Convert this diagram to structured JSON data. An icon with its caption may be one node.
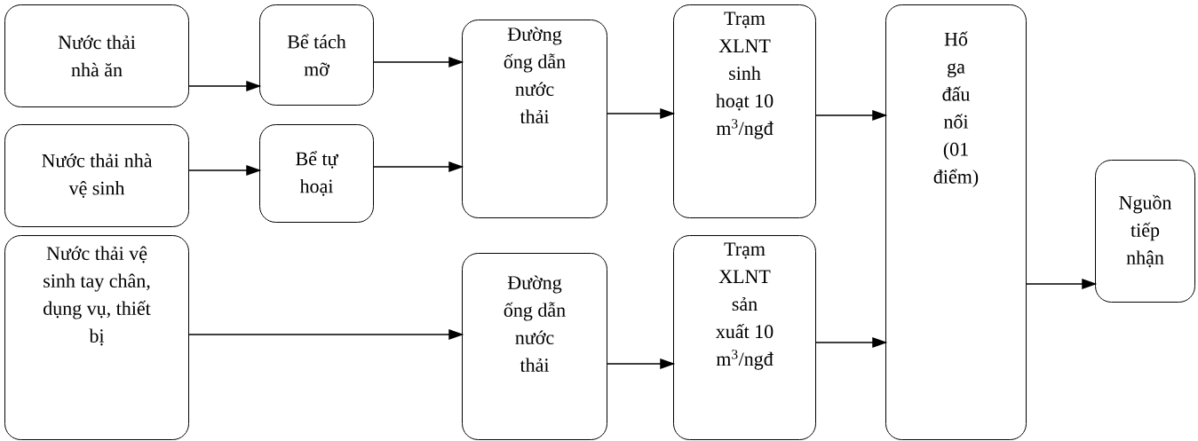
{
  "diagram": {
    "nodes": [
      {
        "text": [
          "Nước thải nhà ăn"
        ]
      },
      {
        "text": [
          "Bể tách mỡ"
        ]
      },
      {
        "text": [
          "Đường ống dẫn nước thải"
        ]
      },
      {
        "text": [
          "Trạm XLNT sinh hoạt 10 m$^{3}$/ngđ"
        ]
      },
      {
        "text": [
          "Hố ga đấu nối (01 điểm)"
        ]
      },
      {
        "text": [
          "Nước thải nhà vệ sinh"
        ]
      },
      {
        "text": [
          "Bể tự hoại"
        ]
      },
      {
        "text": [
          "Nguồn tiếp nhận"
        ]
      },
      {
        "text": [
          "Nước thải vệ sinh tay chân, dụng vụ, thiết bị"
        ]
      },
      {
        "text": [
          "Đường ống dẫn nước thải"
        ]
      },
      {
        "text": [
          "Trạm XLNT sản xuất 10 m$^{3}$/ngđ"
        ]
      }
    ],
    "edges": [
      {
        "from": 0,
        "to": 1,
        "arrow": "to"
      },
      {
        "from": 1,
        "to": 2,
        "arrow": "to"
      },
      {
        "from": 5,
        "to": 6,
        "arrow": "to"
      },
      {
        "from": 6,
        "to": 2,
        "arrow": "to"
      },
      {
        "from": 2,
        "to": 3,
        "arrow": "to"
      },
      {
        "from": 3,
        "to": 4,
        "arrow": "to"
      },
      {
        "from": 8,
        "to": 9,
        "arrow": "to"
      },
      {
        "from": 9,
        "to": 10,
        "arrow": "to"
      },
      {
        "from": 10,
        "to": 4,
        "arrow": "to"
      },
      {
        "from": 4,
        "to": 7,
        "arrow": "to"
      }
    ]
  }
}
